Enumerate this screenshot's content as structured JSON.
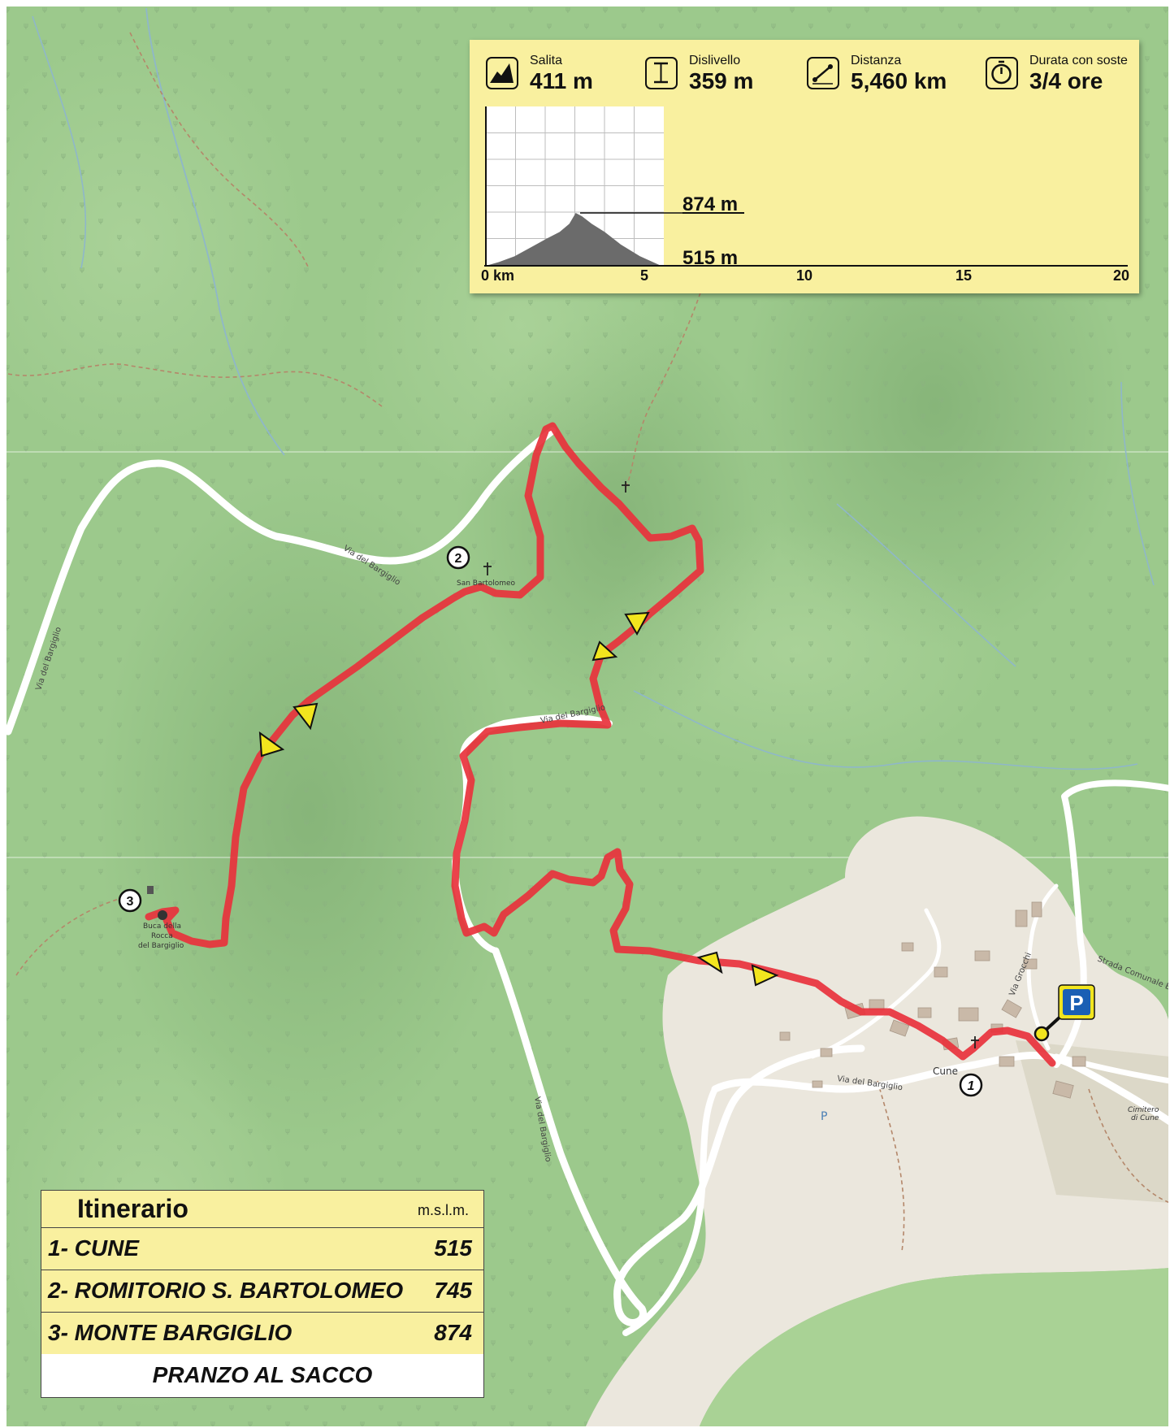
{
  "stats": {
    "ascent": {
      "label": "Salita",
      "value": "411 m",
      "icon": "mountain-icon"
    },
    "drop": {
      "label": "Dislivello",
      "value": "359 m",
      "icon": "height-difference-icon"
    },
    "distance": {
      "label": "Distanza",
      "value": "5,460 km",
      "icon": "distance-icon"
    },
    "duration": {
      "label": "Durata con soste",
      "value": "3/4 ore",
      "icon": "stopwatch-icon"
    }
  },
  "profile": {
    "max_label": "874 m",
    "min_label": "515 m",
    "ticks": [
      "0 km",
      "5",
      "10",
      "15",
      "20"
    ],
    "x_range_km": [
      0,
      20
    ],
    "elevation_m": [
      515,
      874
    ],
    "points": [
      {
        "km": 0.0,
        "m": 515
      },
      {
        "km": 0.4,
        "m": 540
      },
      {
        "km": 0.9,
        "m": 580
      },
      {
        "km": 1.4,
        "m": 640
      },
      {
        "km": 1.9,
        "m": 700
      },
      {
        "km": 2.3,
        "m": 745
      },
      {
        "km": 2.6,
        "m": 800
      },
      {
        "km": 2.8,
        "m": 874
      },
      {
        "km": 3.0,
        "m": 850
      },
      {
        "km": 3.3,
        "m": 800
      },
      {
        "km": 3.7,
        "m": 745
      },
      {
        "km": 4.2,
        "m": 660
      },
      {
        "km": 4.8,
        "m": 580
      },
      {
        "km": 5.46,
        "m": 515
      }
    ],
    "fill_color": "#6b6b6b"
  },
  "map": {
    "road_labels": [
      "Via del Bargiglio",
      "Via del Bargiglio",
      "Via del Bargiglio",
      "Via del Bargiglio",
      "Via del Bargiglio",
      "Strada Comunale Borgo a M",
      "Via Grocchi"
    ],
    "poi": {
      "san_bartolomeo": "San Bartolomeo",
      "buca_1": "Buca della",
      "buca_2": "Rocca",
      "buca_3": "del Bargiglio",
      "village": "Cune",
      "cemetery_1": "Cimitero",
      "cemetery_2": "di Cune",
      "parking_small": "P"
    },
    "waypoints": [
      "1",
      "2",
      "3"
    ],
    "parking_label": "P",
    "route_color": "#e8323c",
    "arrow_color": "#f2e51e"
  },
  "itinerary": {
    "title": "Itinerario",
    "unit": "m.s.l.m.",
    "rows": [
      {
        "name": "1- CUNE",
        "altitude": "515"
      },
      {
        "name": "2- ROMITORIO S. BARTOLOMEO",
        "altitude": "745"
      },
      {
        "name": "3- MONTE BARGIGLIO",
        "altitude": "874"
      }
    ],
    "lunch": "PRANZO AL SACCO"
  }
}
